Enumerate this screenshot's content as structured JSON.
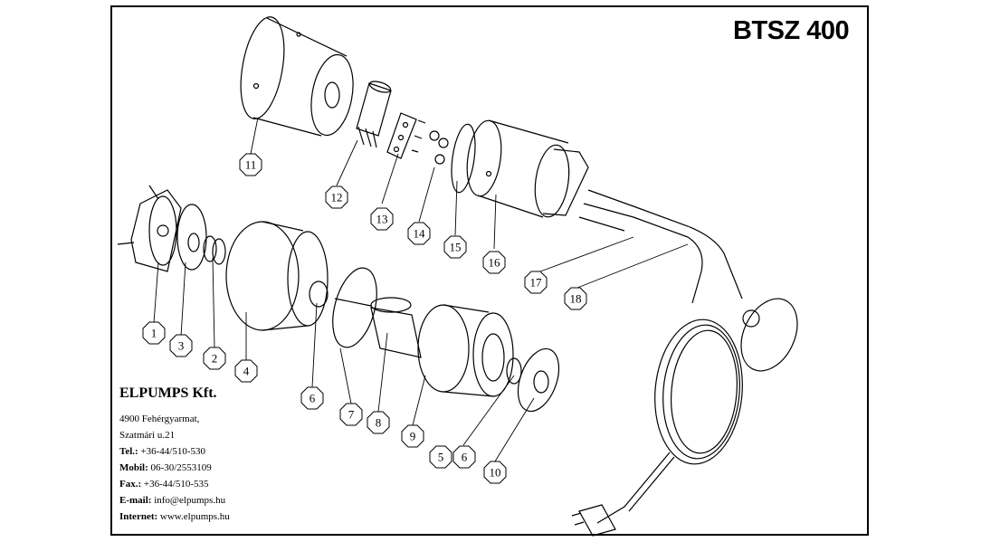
{
  "title": "BTSZ 400",
  "company": {
    "name": "ELPUMPS Kft.",
    "address1": "4900 Fehérgyarmat,",
    "address2": "Szatmári u.21",
    "tel_label": "Tel.:",
    "tel": "+36-44/510-530",
    "mobil_label": "Mobil:",
    "mobil": "06-30/2553109",
    "fax_label": "Fax.:",
    "fax": "+36-44/510-535",
    "email_label": "E-mail:",
    "email": "info@elpumps.hu",
    "internet_label": "Internet:",
    "internet": "www.elpumps.hu"
  },
  "part_labels": [
    "1",
    "2",
    "3",
    "4",
    "5",
    "6",
    "6",
    "7",
    "8",
    "9",
    "10",
    "11",
    "12",
    "13",
    "14",
    "15",
    "16",
    "17",
    "18"
  ],
  "colors": {
    "line": "#000000",
    "background": "#ffffff"
  }
}
